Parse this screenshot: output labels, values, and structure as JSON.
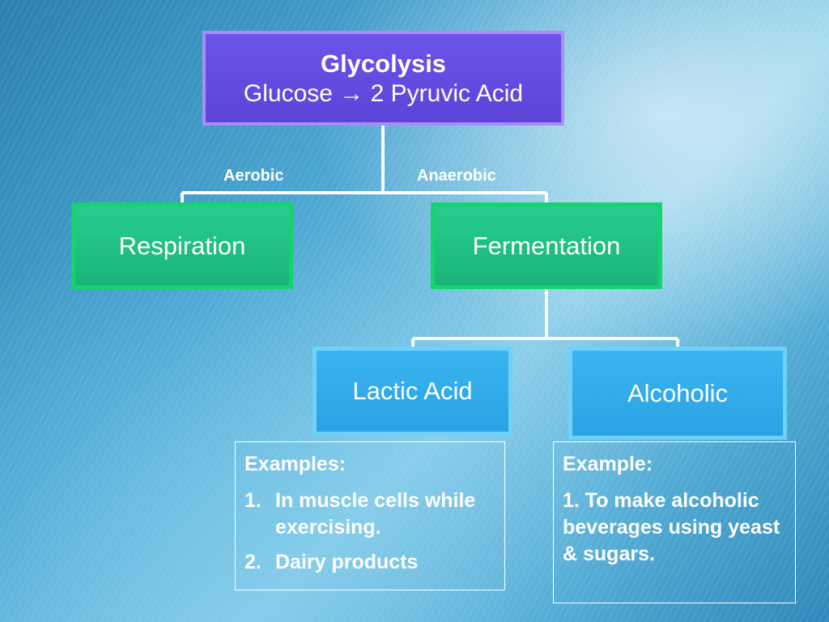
{
  "diagram": {
    "root": {
      "title": "Glycolysis",
      "subtitle": "Glucose → 2 Pyruvic Acid"
    },
    "branch_labels": {
      "left": "Aerobic",
      "right": "Anaerobic"
    },
    "nodes": {
      "respiration": "Respiration",
      "fermentation": "Fermentation",
      "lactic_acid": "Lactic Acid",
      "alcoholic": "Alcoholic"
    },
    "lactic_examples": {
      "heading": "Examples:",
      "items": [
        {
          "num": "1.",
          "text": "In muscle cells while exercising."
        },
        {
          "num": "2.",
          "text": "Dairy products"
        }
      ]
    },
    "alcohol_examples": {
      "heading": "Example:",
      "text": "1. To make alcoholic beverages using yeast & sugars."
    },
    "colors": {
      "root_fill": "#5b45d8",
      "root_border": "#a98cf7",
      "level2_fill": "#1ab47a",
      "level2_border": "#14d46c",
      "level3_fill": "#2aa2e4",
      "level3_border": "#6fd0fa",
      "connector": "#ffffff"
    }
  }
}
